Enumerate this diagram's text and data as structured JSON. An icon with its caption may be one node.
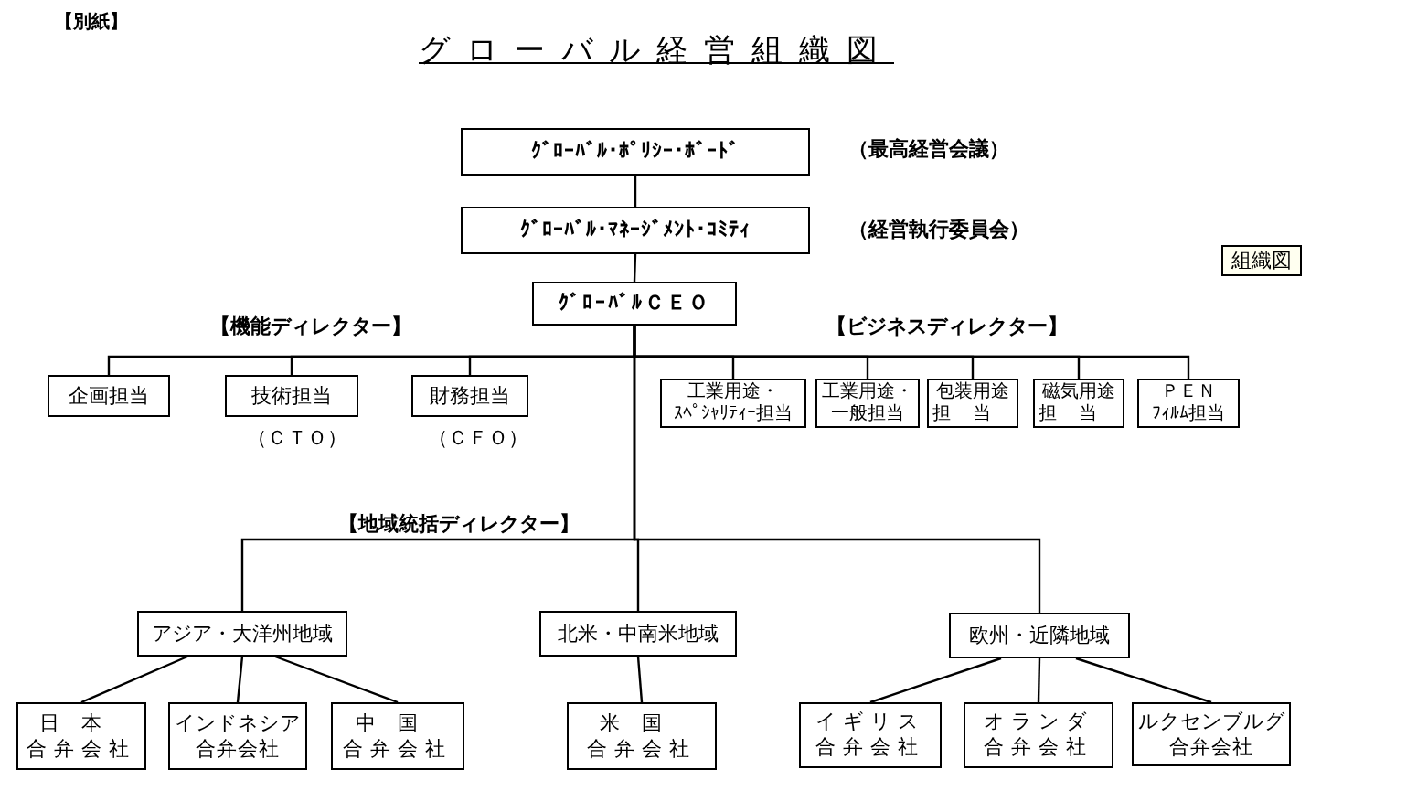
{
  "diagram": {
    "title": "グローバル経営組織図",
    "nodes": [
      {
        "text": [
          "ｸﾞﾛｰﾊﾞﾙ･ﾎﾟﾘｼｰ･ﾎﾞｰﾄﾞ"
        ],
        "beside": [
          "（最高経営会議）"
        ]
      },
      {
        "text": [
          "ｸﾞﾛｰﾊﾞﾙ･ﾏﾈｰｼﾞﾒﾝﾄ･ｺﾐﾃｨ"
        ],
        "beside": [
          "（経営執行委員会）"
        ]
      },
      {
        "text": [
          "組織図"
        ]
      },
      {
        "text": [
          "ｸﾞﾛｰﾊﾞﾙＣＥＯ"
        ]
      },
      {
        "text": [
          "企画担当"
        ]
      },
      {
        "text": [
          "技術担当"
        ],
        "beside": [
          "（ＣＴＯ）"
        ]
      },
      {
        "text": [
          "財務担当"
        ],
        "beside": [
          "（ＣＦＯ）"
        ]
      },
      {
        "text": [
          "工業用途・",
          "ｽﾍﾟｼｬﾘﾃｨｰ担当"
        ]
      },
      {
        "text": [
          "工業用途・",
          "一般担当"
        ]
      },
      {
        "text": [
          "包装用途",
          "担当"
        ]
      },
      {
        "text": [
          "磁気用途",
          "担当"
        ]
      },
      {
        "text": [
          "ＰＥＮ",
          "ﾌｨﾙﾑ担当"
        ]
      },
      {
        "text": [
          "アジア・大洋州地域"
        ]
      },
      {
        "text": [
          "北米・中南米地域"
        ]
      },
      {
        "text": [
          "欧州・近隣地域"
        ]
      },
      {
        "text": [
          "日本",
          "合弁会社"
        ]
      },
      {
        "text": [
          "インドネシア",
          "合弁会社"
        ]
      },
      {
        "text": [
          "中国",
          "合弁会社"
        ]
      },
      {
        "text": [
          "米国",
          "合弁会社"
        ]
      },
      {
        "text": [
          "イギリス",
          "合弁会社"
        ]
      },
      {
        "text": [
          "オランダ",
          "合弁会社"
        ]
      },
      {
        "text": [
          "ルクセンブルグ",
          "合弁会社"
        ]
      }
    ],
    "edges": [
      {
        "from": 0,
        "to": 1,
        "arrow": "none"
      },
      {
        "from": 1,
        "to": 3,
        "arrow": "none"
      },
      {
        "from": 3,
        "to": 4,
        "arrow": "none"
      },
      {
        "from": 3,
        "to": 5,
        "arrow": "none"
      },
      {
        "from": 3,
        "to": 6,
        "arrow": "none"
      },
      {
        "from": 3,
        "to": 7,
        "arrow": "none"
      },
      {
        "from": 3,
        "to": 8,
        "arrow": "none"
      },
      {
        "from": 3,
        "to": 9,
        "arrow": "none"
      },
      {
        "from": 3,
        "to": 10,
        "arrow": "none"
      },
      {
        "from": 3,
        "to": 11,
        "arrow": "none"
      },
      {
        "from": 3,
        "to": 12,
        "arrow": "none"
      },
      {
        "from": 3,
        "to": 13,
        "arrow": "none"
      },
      {
        "from": 3,
        "to": 14,
        "arrow": "none"
      },
      {
        "from": 12,
        "to": 15,
        "arrow": "none"
      },
      {
        "from": 12,
        "to": 16,
        "arrow": "none"
      },
      {
        "from": 12,
        "to": 17,
        "arrow": "none"
      },
      {
        "from": 13,
        "to": 18,
        "arrow": "none"
      },
      {
        "from": 14,
        "to": 19,
        "arrow": "none"
      },
      {
        "from": 14,
        "to": 20,
        "arrow": "none"
      },
      {
        "from": 14,
        "to": 21,
        "arrow": "none"
      }
    ],
    "labels": [
      "【別紙】",
      "【機能ディレクター】",
      "【ビジネスディレクター】",
      "【地域統括ディレクター】"
    ]
  }
}
